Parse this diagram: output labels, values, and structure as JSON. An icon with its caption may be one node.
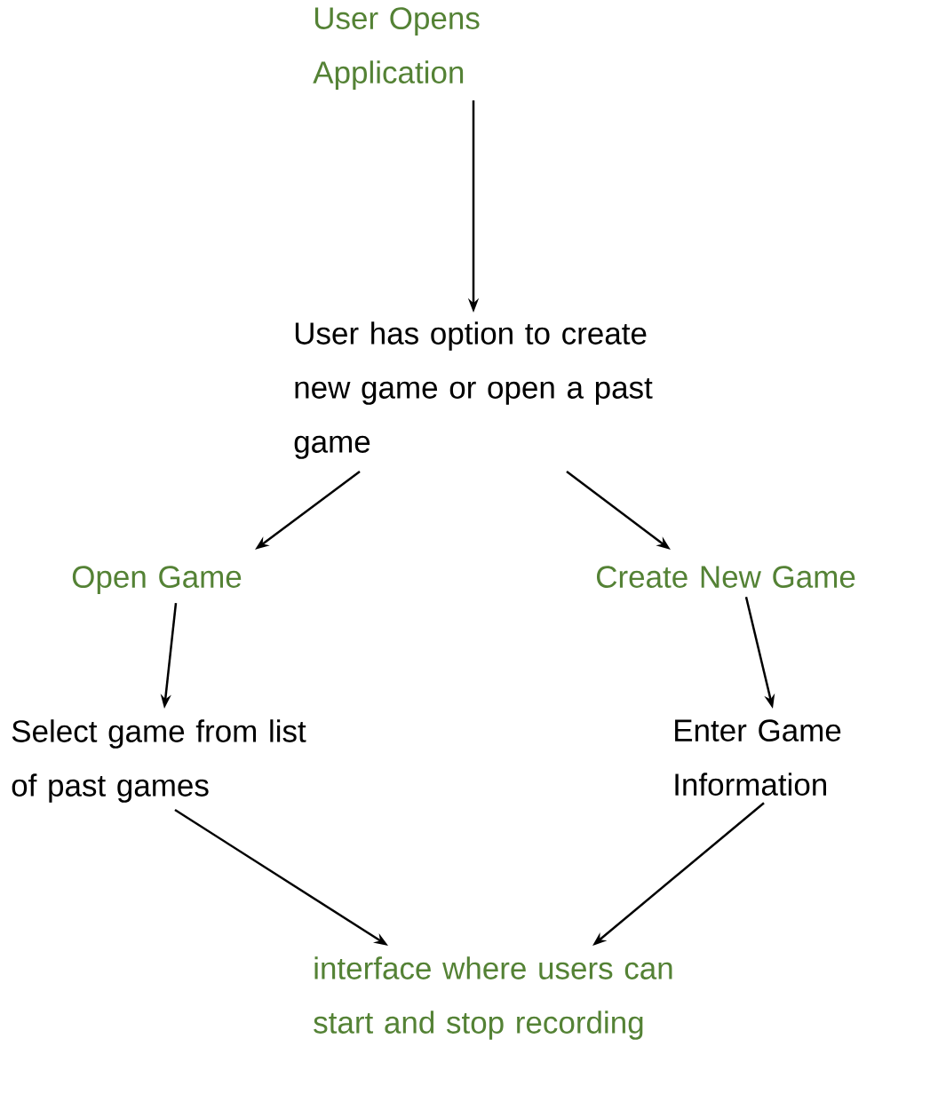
{
  "diagram": {
    "nodes": [
      {
        "text": [
          "User Opens Application"
        ]
      },
      {
        "text": [
          "User has option to create new game or open a past game"
        ]
      },
      {
        "text": [
          "Open Game"
        ]
      },
      {
        "text": [
          "Create New Game"
        ]
      },
      {
        "text": [
          "Select game from list of past games"
        ]
      },
      {
        "text": [
          "Enter Game Information"
        ]
      },
      {
        "text": [
          "interface where users can start and stop recording"
        ]
      }
    ],
    "edges": [
      {
        "from": 0,
        "to": 1,
        "arrow": "to"
      },
      {
        "from": 1,
        "to": 2,
        "arrow": "to"
      },
      {
        "from": 1,
        "to": 3,
        "arrow": "to"
      },
      {
        "from": 2,
        "to": 4,
        "arrow": "to"
      },
      {
        "from": 3,
        "to": 5,
        "arrow": "to"
      },
      {
        "from": 4,
        "to": 6,
        "arrow": "to"
      },
      {
        "from": 5,
        "to": 6,
        "arrow": "to"
      }
    ]
  }
}
